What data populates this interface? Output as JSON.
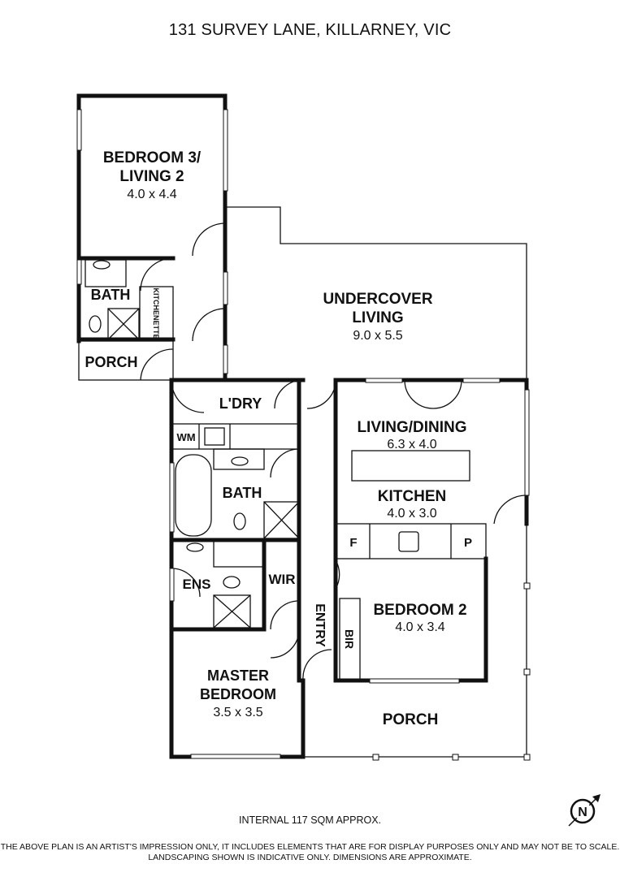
{
  "title": "131 SURVEY LANE, KILLARNEY, VIC",
  "rooms": {
    "bedroom3": {
      "name_line1": "BEDROOM 3/",
      "name_line2": "LIVING 2",
      "dims": "4.0 x 4.4"
    },
    "bath_upper": {
      "name": "BATH"
    },
    "kitchenette": {
      "name": "KITCHENETTE"
    },
    "porch_upper": {
      "name": "PORCH"
    },
    "undercover": {
      "name_line1": "UNDERCOVER",
      "name_line2": "LIVING",
      "dims": "9.0 x 5.5"
    },
    "laundry": {
      "name": "L'DRY"
    },
    "wm": {
      "name": "WM"
    },
    "bath_main": {
      "name": "BATH"
    },
    "living_dining": {
      "name": "LIVING/DINING",
      "dims": "6.3 x 4.0"
    },
    "kitchen": {
      "name": "KITCHEN",
      "dims": "4.0 x 3.0"
    },
    "fridge": {
      "name": "F"
    },
    "pantry": {
      "name": "P"
    },
    "ensuite": {
      "name": "ENS"
    },
    "wir": {
      "name": "WIR"
    },
    "entry": {
      "name": "ENTRY"
    },
    "bir": {
      "name": "BIR"
    },
    "bedroom2": {
      "name": "BEDROOM 2",
      "dims": "4.0 x 3.4"
    },
    "master": {
      "name_line1": "MASTER",
      "name_line2": "BEDROOM",
      "dims": "3.5 x 3.5"
    },
    "porch_front": {
      "name": "PORCH"
    }
  },
  "footer": {
    "area": "INTERNAL 117 SQM APPROX.",
    "disclaimer_line1": "THE ABOVE PLAN IS AN ARTIST'S IMPRESSION ONLY, IT INCLUDES ELEMENTS THAT ARE FOR DISPLAY PURPOSES ONLY AND MAY NOT BE TO SCALE.",
    "disclaimer_line2": "LANDSCAPING SHOWN IS INDICATIVE ONLY. DIMENSIONS ARE APPROXIMATE."
  },
  "compass": {
    "letter": "N"
  }
}
